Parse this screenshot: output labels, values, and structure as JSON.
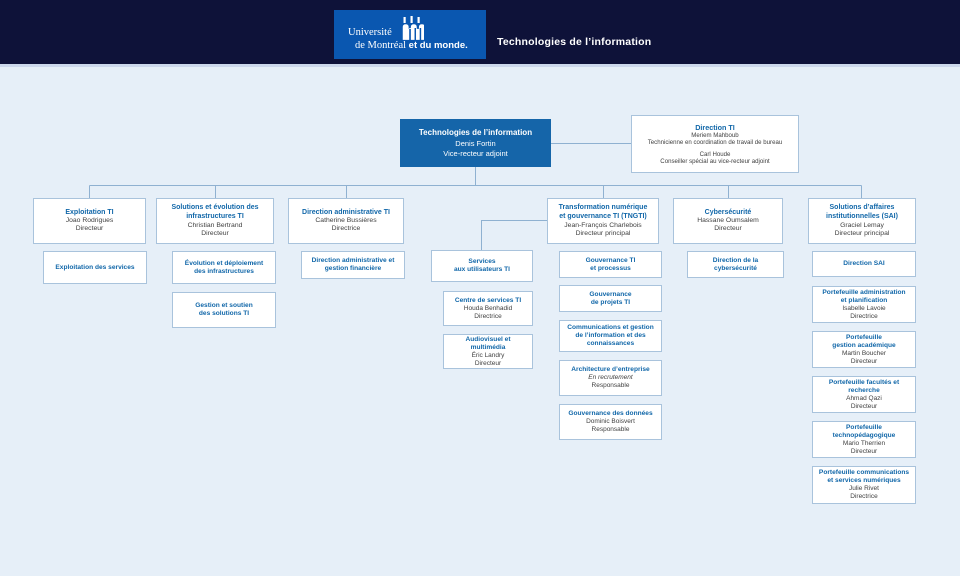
{
  "header": {
    "logo": {
      "line1": "Université",
      "line2": "de Montréal",
      "line3": "et du monde."
    },
    "site_title": "Technologies de l’information"
  },
  "colors": {
    "header_navy": "#0e1239",
    "logo_blue": "#0a57b0",
    "root_box_blue": "#1565a9",
    "box_border": "#a9c3dc",
    "connector_line": "#8fb1d1",
    "title_text_blue": "#1167a9",
    "body_text": "#3f3f3f",
    "page_background": "#e6eff8"
  },
  "org": {
    "root": {
      "title": "Technologies de l’information",
      "name": "Denis Fortin",
      "role": "Vice-recteur adjoint"
    },
    "direction_ti": {
      "title": "Direction TI",
      "member1_name": "Meriem Mahboub",
      "member1_role": "Technicienne en coordination de travail de bureau",
      "member2_name": "Carl Houde",
      "member2_role": "Conseiller spécial au vice-recteur adjoint"
    },
    "level2": [
      {
        "title": "Exploitation TI",
        "name": "Joao Rodrigues",
        "role": "Directeur"
      },
      {
        "title": "Solutions et évolution des\ninfrastructures TI",
        "name": "Christian Bertrand",
        "role": "Directeur"
      },
      {
        "title": "Direction administrative TI",
        "name": "Catherine Bussières",
        "role": "Directrice"
      },
      {
        "title": "Transformation numérique\net gouvernance TI (TNGTI)",
        "name": "Jean-François Charlebois",
        "role": "Directeur principal"
      },
      {
        "title": "Cybersécurité",
        "name": "Hassane Oumsalem",
        "role": "Directeur"
      },
      {
        "title": "Solutions d’affaires\ninstitutionnelles (SAI)",
        "name": "Graciel Lemay",
        "role": "Directeur principal"
      }
    ],
    "exploitation_units": [
      {
        "title": "Exploitation des services"
      }
    ],
    "infrastructures_units": [
      {
        "title": "Évolution et déploiement\ndes infrastructures"
      },
      {
        "title": "Gestion et soutien\ndes solutions TI"
      }
    ],
    "admin_units": [
      {
        "title": "Direction administrative et\ngestion financière"
      }
    ],
    "services_unit": {
      "title": "Services\naux utilisateurs TI"
    },
    "services_children": [
      {
        "title": "Centre de services TI",
        "name": "Houda Benhadid",
        "role": "Directrice"
      },
      {
        "title": "Audiovisuel et\nmultimédia",
        "name": "Éric Landry",
        "role": "Directeur"
      }
    ],
    "tngti_units": [
      {
        "title": "Gouvernance TI\net processus"
      },
      {
        "title": "Gouvernance\nde projets TI"
      },
      {
        "title": "Communications et gestion\nde l’information et des\nconnaissances"
      },
      {
        "title": "Architecture d’entreprise",
        "name": "En recrutement",
        "role": "Responsable"
      },
      {
        "title": "Gouvernance des données",
        "name": "Dominic Boisvert",
        "role": "Responsable"
      }
    ],
    "cyber_units": [
      {
        "title": "Direction de la\ncybersécurité"
      }
    ],
    "sai_units": [
      {
        "title": "Direction SAI"
      },
      {
        "title": "Portefeuille administration\net planification",
        "name": "Isabelle Lavoie",
        "role": "Directrice"
      },
      {
        "title": "Portefeuille\ngestion académique",
        "name": "Martin Boucher",
        "role": "Directeur"
      },
      {
        "title": "Portefeuille facultés et\nrecherche",
        "name": "Ahmad Qazi",
        "role": "Directeur"
      },
      {
        "title": "Portefeuille\ntechnopédagogique",
        "name": "Mario Therrien",
        "role": "Directeur"
      },
      {
        "title": "Portefeuille communications\net services numériques",
        "name": "Julie Rivet",
        "role": "Directrice"
      }
    ]
  }
}
